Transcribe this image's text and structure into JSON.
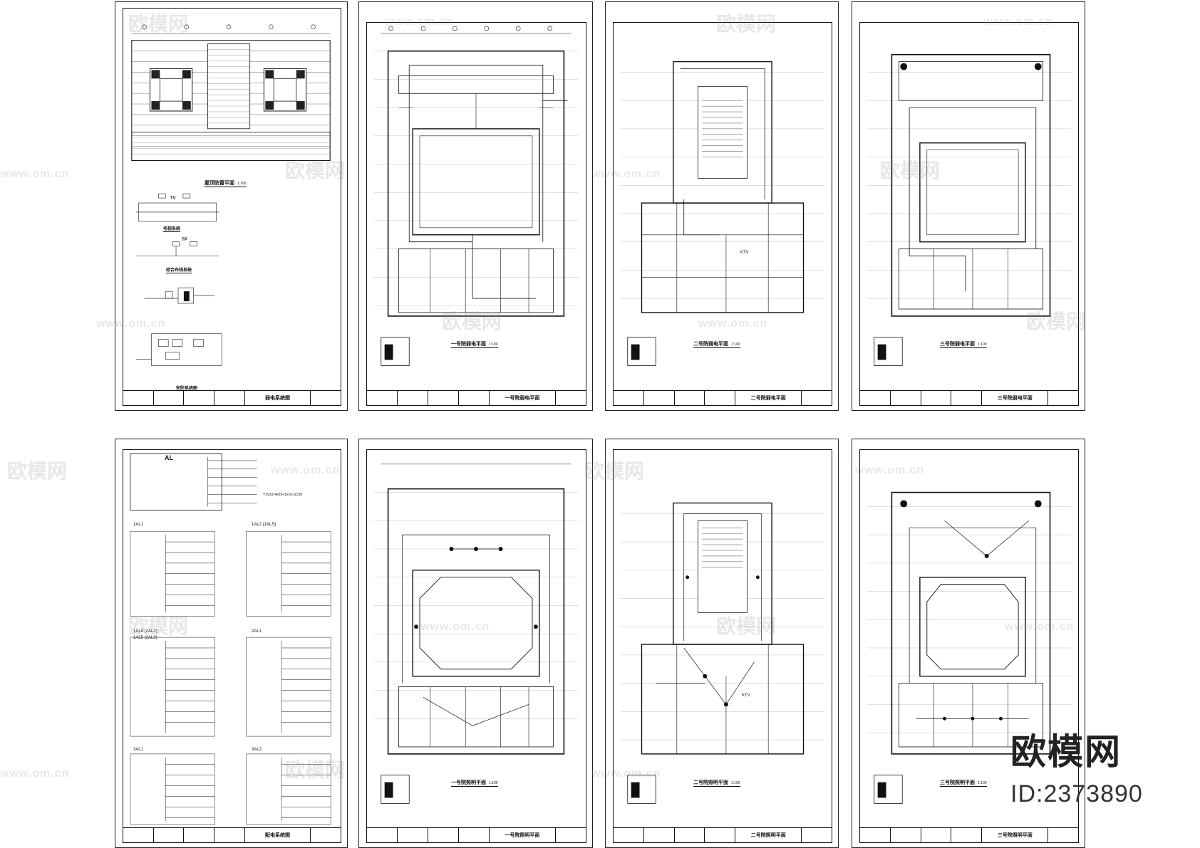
{
  "watermark": {
    "brand": "欧模网",
    "url": "www.om.cn",
    "id": "ID:2373890"
  },
  "sheets": [
    {
      "plan_title": "屋顶防雷平面",
      "plan_scale": "1:100",
      "block_title": "弱电系统图",
      "labels": {
        "tv": "TV",
        "tv_caption": "电视系统",
        "tp": "TP",
        "tp_caption": "综合布线系统",
        "security_caption": "安防系统图"
      }
    },
    {
      "plan_title": "一号院弱电平面",
      "plan_scale": "1:100",
      "block_title": "一号院弱电平面"
    },
    {
      "plan_title": "二号院弱电平面",
      "plan_scale": "1:100",
      "block_title": "二号院弱电平面",
      "room": "KTV"
    },
    {
      "plan_title": "三号院弱电平面",
      "plan_scale": "1:100",
      "block_title": "三号院弱电平面"
    },
    {
      "plan_title": "",
      "plan_scale": "",
      "block_title": "配电系统图",
      "labels": {
        "al": "AL",
        "al1": "1AL1",
        "al2": "1AL2 (1ALS)",
        "al4": "1AL4 (2AL2)",
        "al5": "1AL5 (2AL3)",
        "al6": "2AL1",
        "al7": "3AL1",
        "al8": "3AL2",
        "cable": "YJV22-4x25+1x16-SC50"
      }
    },
    {
      "plan_title": "一号院照明平面",
      "plan_scale": "1:100",
      "block_title": "一号院照明平面"
    },
    {
      "plan_title": "二号院照明平面",
      "plan_scale": "1:100",
      "block_title": "二号院照明平面",
      "room": "KTV"
    },
    {
      "plan_title": "三号院照明平面",
      "plan_scale": "1:100",
      "block_title": "三号院照明平面"
    }
  ]
}
